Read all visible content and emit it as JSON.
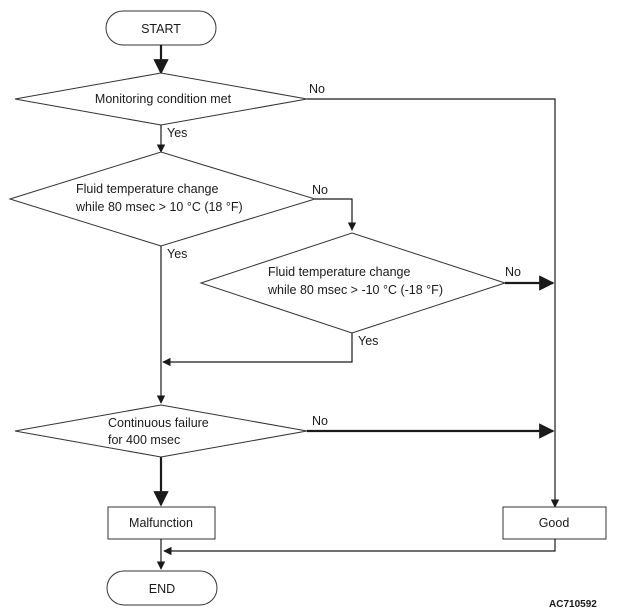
{
  "flowchart": {
    "start": "START",
    "end": "END",
    "decisions": {
      "monitoring": "Monitoring condition met",
      "fluid_high": [
        "Fluid temperature change",
        "while 80 msec > 10 °C (18 °F)"
      ],
      "fluid_low": [
        "Fluid temperature change",
        "while 80 msec > -10 °C (-18 °F)"
      ],
      "continuous": [
        "Continuous failure",
        "for 400 msec"
      ]
    },
    "outcomes": {
      "malfunction": "Malfunction",
      "good": "Good"
    },
    "branch_yes": "Yes",
    "branch_no": "No",
    "figure_code": "AC710592"
  }
}
